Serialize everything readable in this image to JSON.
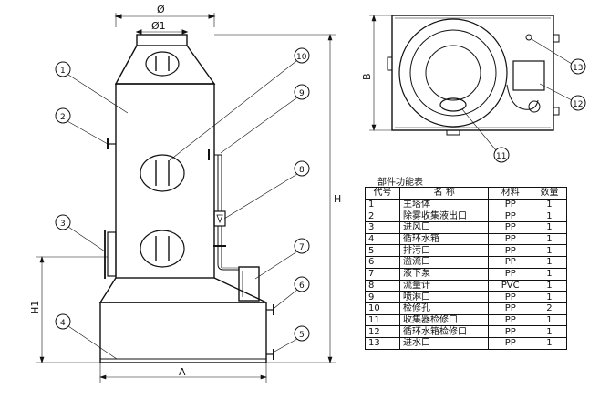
{
  "drawing": {
    "dims": {
      "phi": "Ø",
      "phi1": "Ø1",
      "H": "H",
      "H1": "H1",
      "A": "A",
      "B": "B"
    },
    "callouts": [
      "1",
      "2",
      "3",
      "4",
      "5",
      "6",
      "7",
      "8",
      "9",
      "10",
      "11",
      "12",
      "13"
    ]
  },
  "table": {
    "title": "部件功能表",
    "headers": [
      "代号",
      "名 称",
      "材料",
      "数量"
    ],
    "rows": [
      [
        "1",
        "主塔体",
        "PP",
        "1"
      ],
      [
        "2",
        "除雾收集液出口",
        "PP",
        "1"
      ],
      [
        "3",
        "进风口",
        "PP",
        "1"
      ],
      [
        "4",
        "循环水箱",
        "PP",
        "1"
      ],
      [
        "5",
        "排污口",
        "PP",
        "1"
      ],
      [
        "6",
        "溢流口",
        "PP",
        "1"
      ],
      [
        "7",
        "液下泵",
        "PP",
        "1"
      ],
      [
        "8",
        "流量计",
        "PVC",
        "1"
      ],
      [
        "9",
        "喷淋口",
        "PP",
        "1"
      ],
      [
        "10",
        "检修孔",
        "PP",
        "2"
      ],
      [
        "11",
        "收集器检修口",
        "PP",
        "1"
      ],
      [
        "12",
        "循环水箱检修口",
        "PP",
        "1"
      ],
      [
        "13",
        "进水口",
        "PP",
        "1"
      ]
    ]
  }
}
